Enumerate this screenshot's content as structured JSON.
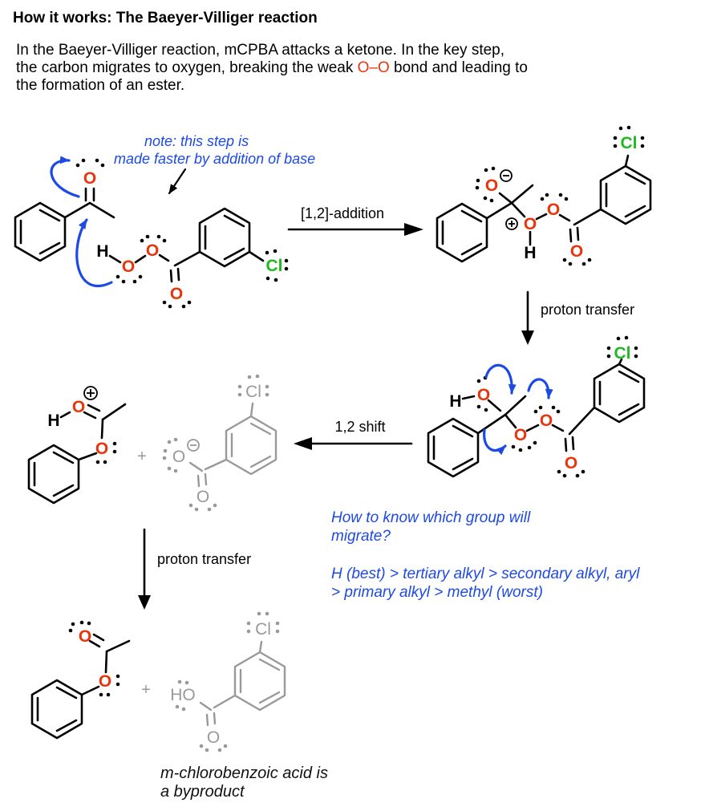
{
  "header": {
    "title": "How it works: The Baeyer-Villiger reaction",
    "intro_line1": "In the Baeyer-Villiger reaction, mCPBA attacks a ketone. In the key step,",
    "intro_line2_pre": "the carbon migrates to oxygen, breaking the weak ",
    "intro_line2_red": "O–O",
    "intro_line2_post": " bond and leading to",
    "intro_line3": "the formation of an ester."
  },
  "annotations": {
    "note_line1": "note: this step is",
    "note_line2": "made faster by addition of base",
    "migrate_line1": "How to know which group will",
    "migrate_line2": "migrate?",
    "order_line1": "H (best) > tertiary alkyl > secondary alkyl, aryl",
    "order_line2": "> primary alkyl > methyl (worst)",
    "byproduct_line1": "m-chlorobenzoic acid is",
    "byproduct_line2": "a byproduct"
  },
  "step_labels": {
    "addition": "[1,2]-addition",
    "proton_transfer_right": "proton transfer",
    "shift_12": "1,2 shift",
    "proton_transfer_left": "proton transfer"
  },
  "atoms": {
    "O": "O",
    "H": "H",
    "Cl": "Cl",
    "HO": "HO"
  },
  "symbols": {
    "plus": "+"
  },
  "colors": {
    "oxygen_red": "#e8350e",
    "chlorine_green": "#1fba1f",
    "annotation_blue": "#1d49e5",
    "spectator_gray": "#999999",
    "bond_black": "#000000"
  }
}
